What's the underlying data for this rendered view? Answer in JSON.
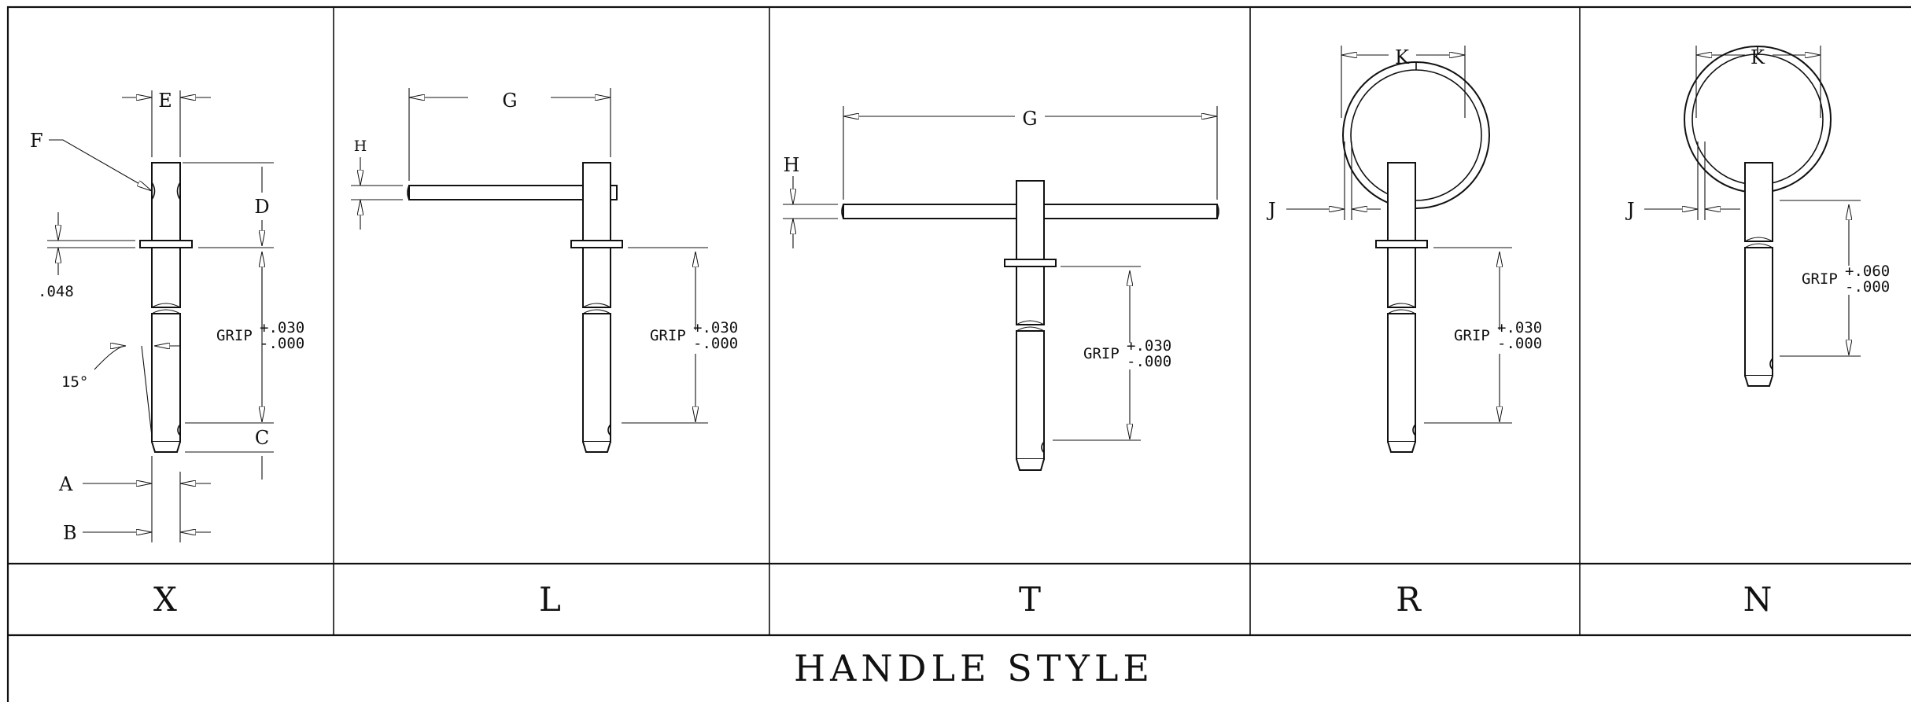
{
  "diagram": {
    "title": "HANDLE STYLE",
    "styles": [
      {
        "code": "X"
      },
      {
        "code": "L"
      },
      {
        "code": "T"
      },
      {
        "code": "R"
      },
      {
        "code": "N"
      }
    ],
    "dimension_labels": {
      "A": "A",
      "B": "B",
      "C": "C",
      "D": "D",
      "E": "E",
      "F": "F",
      "G": "G",
      "H": "H",
      "J": "J",
      "K": "K"
    },
    "notes": {
      "collar_thickness": ".048",
      "chamfer_angle": "15°",
      "grip": "GRIP",
      "tol_plus_030": "+.030",
      "tol_minus_000": "-.000",
      "tol_plus_060": "+.060"
    }
  }
}
